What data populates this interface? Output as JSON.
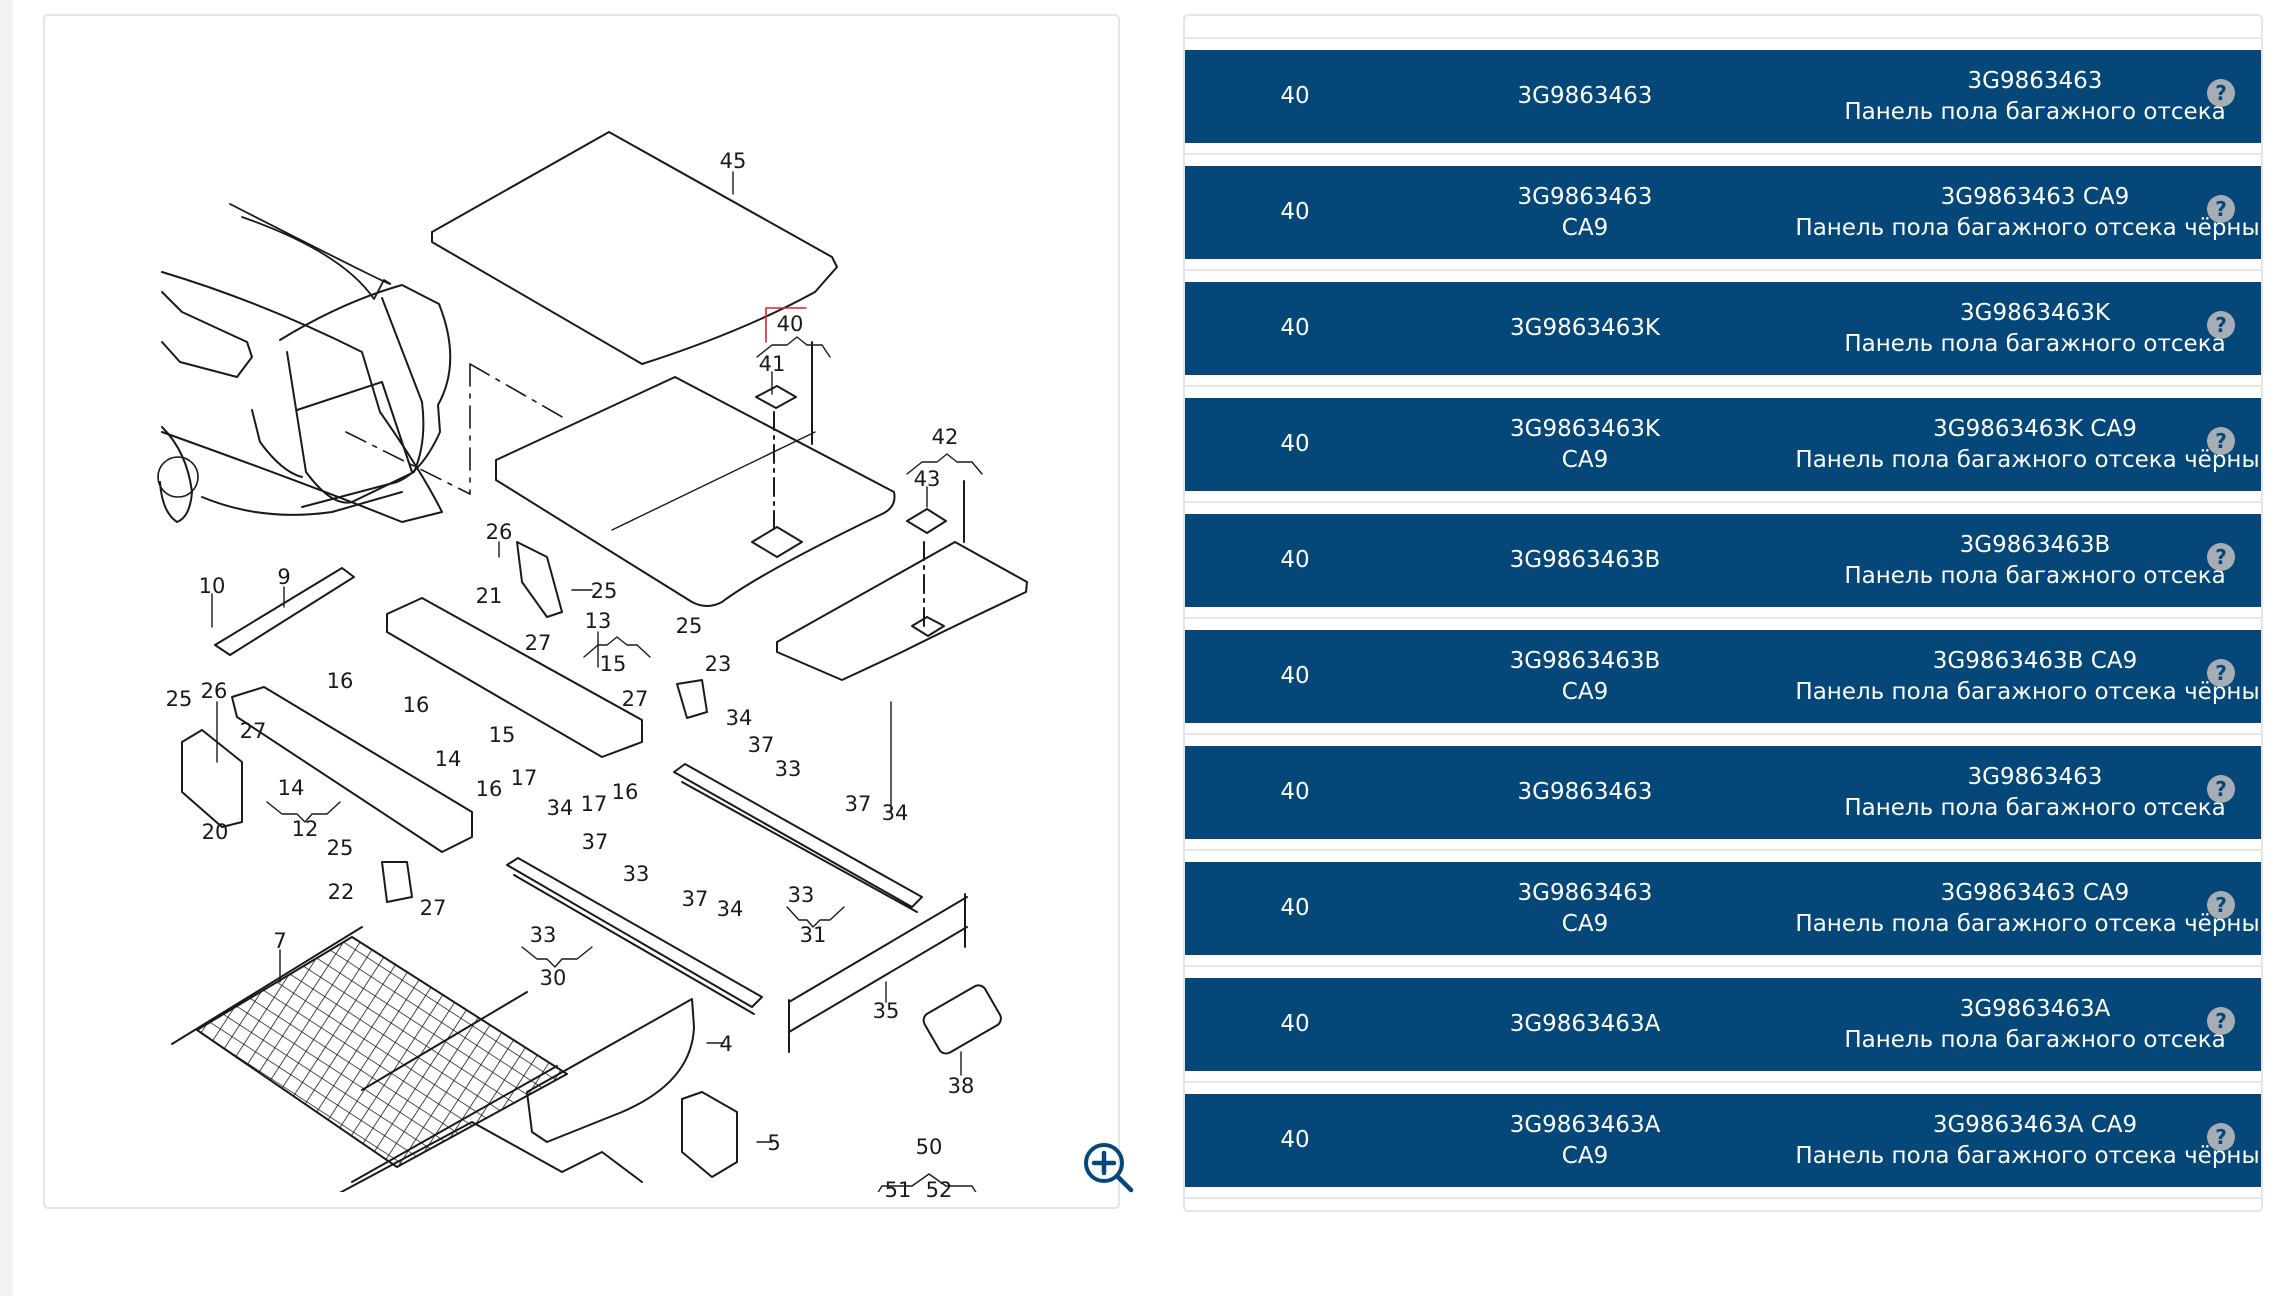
{
  "diagram": {
    "zoom_icon": "zoom-in-icon",
    "highlight_color": "#d9242b",
    "callouts": [
      {
        "label": "45"
      },
      {
        "label": "40"
      },
      {
        "label": "41"
      },
      {
        "label": "42"
      },
      {
        "label": "43"
      },
      {
        "label": "26"
      },
      {
        "label": "25"
      },
      {
        "label": "21"
      },
      {
        "label": "10"
      },
      {
        "label": "9"
      },
      {
        "label": "13"
      },
      {
        "label": "15"
      },
      {
        "label": "27"
      },
      {
        "label": "25"
      },
      {
        "label": "23"
      },
      {
        "label": "16"
      },
      {
        "label": "16"
      },
      {
        "label": "15"
      },
      {
        "label": "27"
      },
      {
        "label": "34"
      },
      {
        "label": "25"
      },
      {
        "label": "26"
      },
      {
        "label": "27"
      },
      {
        "label": "14"
      },
      {
        "label": "37"
      },
      {
        "label": "33"
      },
      {
        "label": "16"
      },
      {
        "label": "17"
      },
      {
        "label": "17"
      },
      {
        "label": "16"
      },
      {
        "label": "14"
      },
      {
        "label": "12"
      },
      {
        "label": "20"
      },
      {
        "label": "34"
      },
      {
        "label": "37"
      },
      {
        "label": "37"
      },
      {
        "label": "34"
      },
      {
        "label": "25"
      },
      {
        "label": "22"
      },
      {
        "label": "27"
      },
      {
        "label": "33"
      },
      {
        "label": "37"
      },
      {
        "label": "34"
      },
      {
        "label": "33"
      },
      {
        "label": "31"
      },
      {
        "label": "33"
      },
      {
        "label": "30"
      },
      {
        "label": "7"
      },
      {
        "label": "4"
      },
      {
        "label": "35"
      },
      {
        "label": "38"
      },
      {
        "label": "5"
      },
      {
        "label": "50"
      },
      {
        "label": "51"
      },
      {
        "label": "52"
      }
    ]
  },
  "parts": {
    "row_color": "#044778",
    "help_icon": "question-circle-icon",
    "rows": [
      {
        "position": "40",
        "code_line1": "3G9863463",
        "code_line2": "",
        "title": "3G9863463",
        "description": "Панель пола багажного отсека"
      },
      {
        "position": "40",
        "code_line1": "3G9863463",
        "code_line2": "CA9",
        "title": "3G9863463 CA9",
        "description": "Панель пола багажного отсека чёрный"
      },
      {
        "position": "40",
        "code_line1": "3G9863463K",
        "code_line2": "",
        "title": "3G9863463K",
        "description": "Панель пола багажного отсека"
      },
      {
        "position": "40",
        "code_line1": "3G9863463K",
        "code_line2": "CA9",
        "title": "3G9863463K CA9",
        "description": "Панель пола багажного отсека чёрный"
      },
      {
        "position": "40",
        "code_line1": "3G9863463B",
        "code_line2": "",
        "title": "3G9863463B",
        "description": "Панель пола багажного отсека"
      },
      {
        "position": "40",
        "code_line1": "3G9863463B",
        "code_line2": "CA9",
        "title": "3G9863463B CA9",
        "description": "Панель пола багажного отсека чёрный"
      },
      {
        "position": "40",
        "code_line1": "3G9863463",
        "code_line2": "",
        "title": "3G9863463",
        "description": "Панель пола багажного отсека"
      },
      {
        "position": "40",
        "code_line1": "3G9863463",
        "code_line2": "CA9",
        "title": "3G9863463 CA9",
        "description": "Панель пола багажного отсека чёрный"
      },
      {
        "position": "40",
        "code_line1": "3G9863463A",
        "code_line2": "",
        "title": "3G9863463A",
        "description": "Панель пола багажного отсека"
      },
      {
        "position": "40",
        "code_line1": "3G9863463A",
        "code_line2": "CA9",
        "title": "3G9863463A CA9",
        "description": "Панель пола багажного отсека чёрный"
      }
    ]
  }
}
